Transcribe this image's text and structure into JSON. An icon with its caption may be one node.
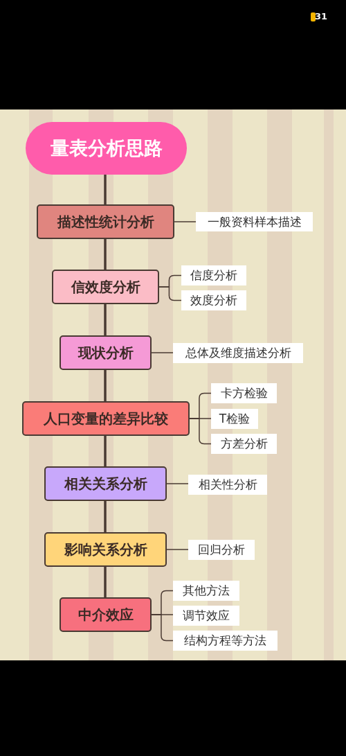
{
  "diagram": {
    "nodes": [
      {
        "text": [
          "量表分析思路"
        ]
      },
      {
        "text": [
          "描述性统计分析"
        ]
      },
      {
        "text": [
          "一般资料样本描述"
        ]
      },
      {
        "text": [
          "信效度分析"
        ]
      },
      {
        "text": [
          "信度分析"
        ]
      },
      {
        "text": [
          "效度分析"
        ]
      },
      {
        "text": [
          "现状分析"
        ]
      },
      {
        "text": [
          "总体及维度描述分析"
        ]
      },
      {
        "text": [
          "人口变量的差异比较"
        ]
      },
      {
        "text": [
          "卡方检验"
        ]
      },
      {
        "text": [
          "T检验"
        ]
      },
      {
        "text": [
          "方差分析"
        ]
      },
      {
        "text": [
          "相关关系分析"
        ]
      },
      {
        "text": [
          "相关性分析"
        ]
      },
      {
        "text": [
          "影响关系分析"
        ]
      },
      {
        "text": [
          "回归分析"
        ]
      },
      {
        "text": [
          "中介效应"
        ]
      },
      {
        "text": [
          "其他方法"
        ]
      },
      {
        "text": [
          "调节效应"
        ]
      },
      {
        "text": [
          "结构方程等方法"
        ]
      }
    ],
    "edges": [
      {
        "from": 0,
        "to": 1,
        "arrow": "none",
        "style": "thick"
      },
      {
        "from": 1,
        "to": 2,
        "arrow": "none"
      },
      {
        "from": 1,
        "to": 3,
        "arrow": "none",
        "style": "thick"
      },
      {
        "from": 3,
        "to": 4,
        "arrow": "none"
      },
      {
        "from": 3,
        "to": 5,
        "arrow": "none"
      },
      {
        "from": 3,
        "to": 6,
        "arrow": "none",
        "style": "thick"
      },
      {
        "from": 6,
        "to": 7,
        "arrow": "none"
      },
      {
        "from": 6,
        "to": 8,
        "arrow": "none",
        "style": "thick"
      },
      {
        "from": 8,
        "to": 9,
        "arrow": "none"
      },
      {
        "from": 8,
        "to": 10,
        "arrow": "none"
      },
      {
        "from": 8,
        "to": 11,
        "arrow": "none"
      },
      {
        "from": 8,
        "to": 12,
        "arrow": "none",
        "style": "thick"
      },
      {
        "from": 12,
        "to": 13,
        "arrow": "none"
      },
      {
        "from": 12,
        "to": 14,
        "arrow": "none",
        "style": "thick"
      },
      {
        "from": 14,
        "to": 15,
        "arrow": "none"
      },
      {
        "from": 14,
        "to": 16,
        "arrow": "none",
        "style": "thick"
      },
      {
        "from": 16,
        "to": 17,
        "arrow": "none"
      },
      {
        "from": 16,
        "to": 18,
        "arrow": "none"
      },
      {
        "from": 16,
        "to": 19,
        "arrow": "none"
      }
    ],
    "labels": [
      "31"
    ]
  }
}
